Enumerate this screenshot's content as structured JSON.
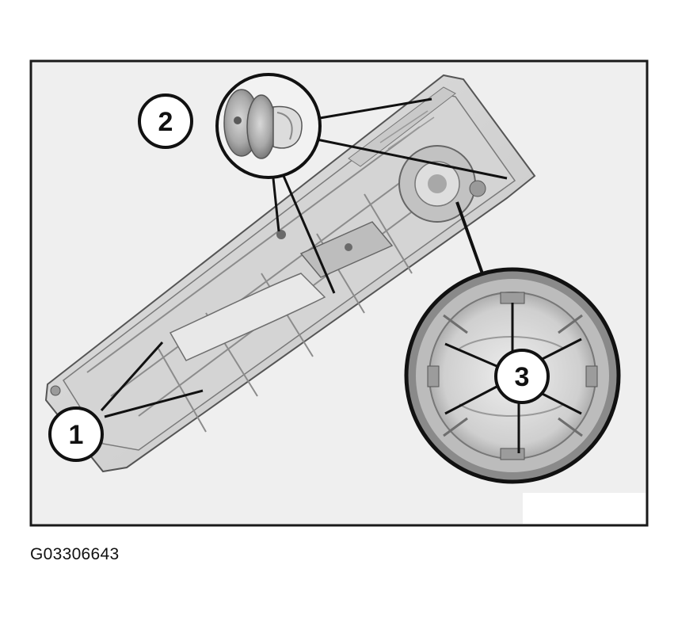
{
  "figure_id": "G03306643",
  "callouts": [
    {
      "id": "1",
      "label": "1"
    },
    {
      "id": "2",
      "label": "2"
    },
    {
      "id": "3",
      "label": "3"
    }
  ],
  "colors": {
    "panel_bg": "#efefef",
    "frame": "#1a1a1a",
    "part_light": "#dcdcdc",
    "part_mid": "#b8b8b8",
    "part_dark": "#7a7a7a"
  }
}
